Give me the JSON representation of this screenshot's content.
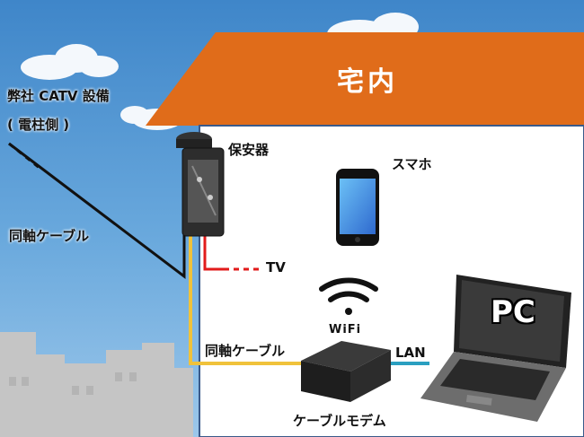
{
  "labels": {
    "house_title": "宅内",
    "pole_line1": "弊社 CATV 設備",
    "pole_line2": "( 電柱側 )",
    "coax_outside": "同軸ケーブル",
    "protector": "保安器",
    "smartphone": "スマホ",
    "tv": "TV",
    "wifi": "WiFi",
    "pc": "PC",
    "coax_inside": "同軸ケーブル",
    "lan": "LAN",
    "modem": "ケーブルモデム"
  },
  "colors": {
    "roof": "#e06c1a",
    "coax_cable": "#f0c23b",
    "tv_cable": "#e21b1b",
    "lan_cable": "#2a9fc0",
    "house_outline": "#3a5a8a"
  }
}
